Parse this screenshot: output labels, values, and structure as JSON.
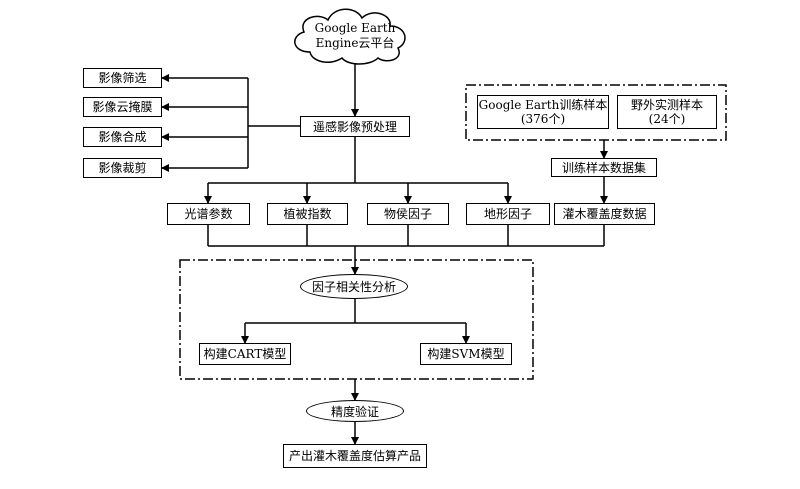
{
  "cloud": {
    "line1": "Google Earth",
    "line2": "Engine云平台"
  },
  "preprocess": {
    "main": "遥感影像预处理",
    "steps": [
      "影像筛选",
      "影像云掩膜",
      "影像合成",
      "影像裁剪"
    ]
  },
  "samples": {
    "google": {
      "line1": "Google Earth训练样本",
      "line2": "(376个)"
    },
    "field": {
      "line1": "野外实测样本",
      "line2": "(24个)"
    },
    "dataset": "训练样本数据集"
  },
  "features": [
    "光谱参数",
    "植被指数",
    "物侯因子",
    "地形因子",
    "灌木覆盖度数据"
  ],
  "analysis": "因子相关性分析",
  "models": {
    "cart": "构建CART模型",
    "svm": "构建SVM模型"
  },
  "validation": "精度验证",
  "output": "产出灌木覆盖度估算产品",
  "colors": {
    "line": "#000000",
    "fill": "#ffffff"
  }
}
